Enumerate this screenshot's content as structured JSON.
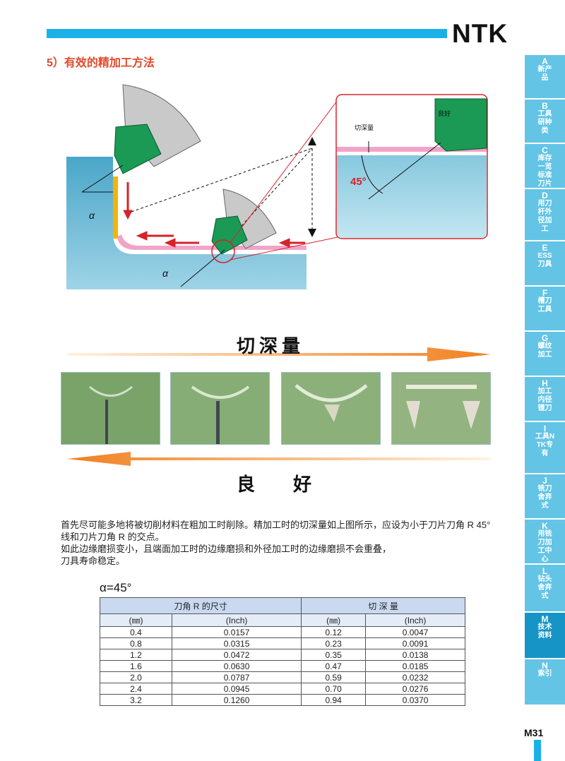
{
  "brand": "NTK",
  "section_title": "5）有效的精加工方法",
  "page_number": "M31",
  "side_tabs": [
    {
      "letter": "A",
      "text": "新产品"
    },
    {
      "letter": "B",
      "text": "工具研种类"
    },
    {
      "letter": "C",
      "text": "库存一览标准刀片"
    },
    {
      "letter": "D",
      "text": "用刀杆外径加工"
    },
    {
      "letter": "E",
      "text": "ESS刀具"
    },
    {
      "letter": "F",
      "text": "槽刀工具"
    },
    {
      "letter": "G",
      "text": "螺纹加工"
    },
    {
      "letter": "H",
      "text": "加工内径镗刀"
    },
    {
      "letter": "I",
      "text": "工具NTK专有"
    },
    {
      "letter": "J",
      "text": "铣刀舍弃式"
    },
    {
      "letter": "K",
      "text": "用铣刀加工中心"
    },
    {
      "letter": "L",
      "text": "钻头舍弃式"
    },
    {
      "letter": "M",
      "text": "技术资料"
    },
    {
      "letter": "N",
      "text": "索引"
    }
  ],
  "diagram": {
    "alpha_symbol": "α",
    "depth_label": "切深量",
    "good_label": "良好",
    "angle_label": "45°"
  },
  "arrow_top_label": "切深量",
  "arrow_bottom_label": "良　好",
  "paragraph": [
    "首先尽可能多地将被切削材料在粗加工时削除。精加工时的切深量如上图所示，应设为小于刀片刀角 R 45°线和刀片刀角 R 的交点。",
    "如此边缘磨损变小，且端面加工时的边缘磨损和外径加工时的边缘磨损不会重叠，",
    "刀具寿命稳定。"
  ],
  "table_caption": "α=45°",
  "table": {
    "group_headers": [
      "刀角 R 的尺寸",
      "切 深 量"
    ],
    "sub_headers": [
      "(㎜)",
      "(Inch)",
      "(㎜)",
      "(Inch)"
    ],
    "rows": [
      [
        "0.4",
        "0.0157",
        "0.12",
        "0.0047"
      ],
      [
        "0.8",
        "0.0315",
        "0.23",
        "0.0091"
      ],
      [
        "1.2",
        "0.0472",
        "0.35",
        "0.0138"
      ],
      [
        "1.6",
        "0.0630",
        "0.47",
        "0.0185"
      ],
      [
        "2.0",
        "0.0787",
        "0.59",
        "0.0232"
      ],
      [
        "2.4",
        "0.0945",
        "0.70",
        "0.0276"
      ],
      [
        "3.2",
        "0.1260",
        "0.94",
        "0.0370"
      ]
    ]
  }
}
